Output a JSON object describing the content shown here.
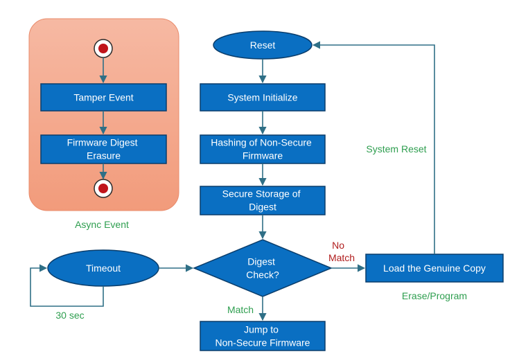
{
  "colors": {
    "node_fill": "#0a6fc2",
    "node_stroke": "#0a3d6b",
    "edge": "#2f6f86",
    "async_panel": "#f3a98d",
    "label_green": "#2e9e4f",
    "label_red": "#b01c1c",
    "terminal_red": "#c0141b"
  },
  "async": {
    "tamper_event": "Tamper Event",
    "digest_erasure_line1": "Firmware Digest",
    "digest_erasure_line2": "Erasure",
    "caption": "Async Event"
  },
  "main": {
    "reset": "Reset",
    "system_initialize": "System Initialize",
    "hashing_line1": "Hashing of Non-Secure",
    "hashing_line2": "Firmware",
    "storage_line1": "Secure Storage of",
    "storage_line2": "Digest",
    "check_line1": "Digest",
    "check_line2": "Check?",
    "jump_line1": "Jump to",
    "jump_line2": "Non-Secure Firmware",
    "timeout": "Timeout",
    "load_copy": "Load the Genuine Copy"
  },
  "edge_labels": {
    "no_line1": "No",
    "no_line2": "Match",
    "match": "Match",
    "system_reset": "System Reset",
    "erase_program": "Erase/Program",
    "thirty_sec": "30 sec"
  }
}
